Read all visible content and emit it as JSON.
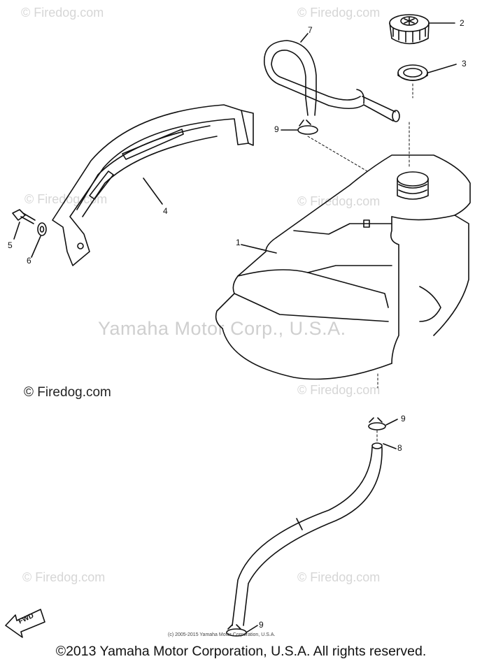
{
  "watermarks": {
    "firedog": "© Firedog.com",
    "firedog_dark": "© Firedog.com",
    "yamaha": "Yamaha Motor Corp., U.S.A."
  },
  "parts": {
    "p1": "1",
    "p2": "2",
    "p3": "3",
    "p4": "4",
    "p5": "5",
    "p6": "6",
    "p7": "7",
    "p8": "8",
    "p9a": "9",
    "p9b": "9",
    "p9c": "9"
  },
  "fwd_label": "FWD",
  "small_credit": "(c) 2005-2015 Yamaha Motor Corporation, U.S.A.",
  "copyright": "©2013 Yamaha Motor Corporation, U.S.A. All rights reserved."
}
